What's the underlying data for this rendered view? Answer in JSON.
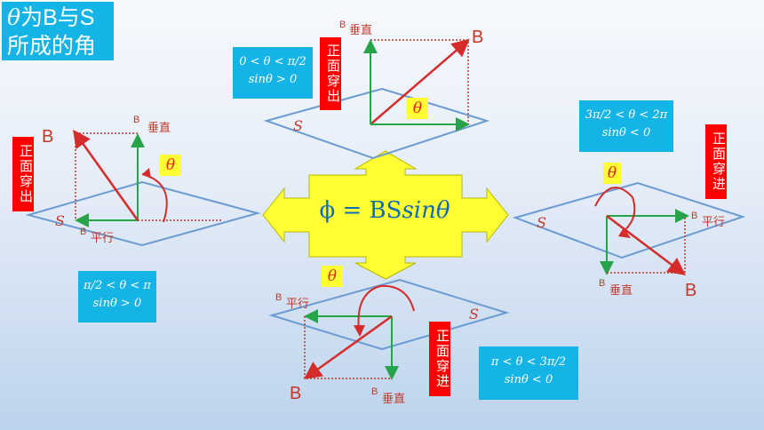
{
  "title": {
    "line1_symbol": "θ",
    "line1_text": "为B与S",
    "line2": "所成的角"
  },
  "formula": {
    "phi": "ϕ = BS",
    "sin": "sinθ"
  },
  "labels": {
    "B": "B",
    "B_small": "B",
    "perpendicular": "垂直",
    "parallel": "平行",
    "S": "S",
    "theta": "θ"
  },
  "quadrants": {
    "top": {
      "tag": "正面穿出",
      "range": "0 < θ < π/2",
      "sign": "sinθ > 0"
    },
    "left": {
      "tag": "正面穿出",
      "range": "π/2 < θ < π",
      "sign": "sinθ > 0"
    },
    "right": {
      "tag": "正面穿进",
      "range": "3π/2 < θ < 2π",
      "sign": "sinθ < 0"
    },
    "bottom": {
      "tag": "正面穿进",
      "range": "π < θ < 3π/2",
      "sign": "sinθ < 0"
    }
  },
  "colors": {
    "accent": "#14b4e6",
    "tag": "#ff0000",
    "theta_bg": "#ffff33",
    "arrow": "#ffff33",
    "plane": "#6c9bd2",
    "vector": "#d52b2b",
    "component": "#27a34a"
  }
}
